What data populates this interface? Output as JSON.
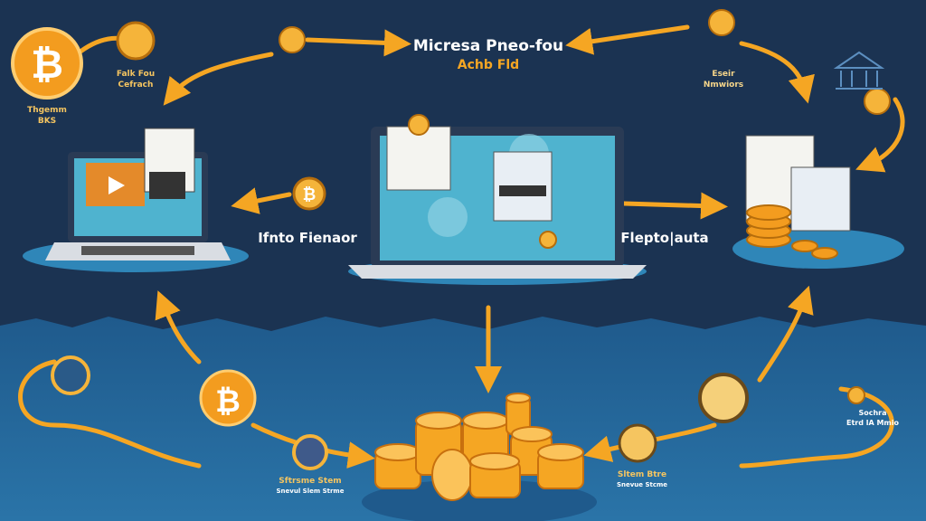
{
  "title": {
    "main": "Micresa Pneo-fou",
    "sub": "Achb Fld"
  },
  "labels": {
    "top_left_coin": [
      "Falk Fou",
      "Cefrach"
    ],
    "big_coin": [
      "Thgemm",
      "BKS"
    ],
    "top_right": [
      "Eseir",
      "Nmwiors"
    ],
    "left_flow": "Ifnto Fienaor",
    "right_flow": "Flepto|auta",
    "bottom_left": [
      "Sftrsme Stem",
      "Snevul Slem Strme"
    ],
    "bottom_right": [
      "Sltem Btre",
      "Snevue Stcme"
    ],
    "far_right": [
      "Sochra",
      "Etrd lA Mmio"
    ]
  },
  "colors": {
    "navy": "#1b3352",
    "ocean": "#2468a0",
    "orange": "#f5a623",
    "coin": "#f39c1f",
    "screen": "#4fb3cf"
  },
  "icons": [
    "bitcoin-icon",
    "laptop-icon",
    "document-icon",
    "coin-stack-icon",
    "arrow-icon",
    "bank-icon"
  ]
}
